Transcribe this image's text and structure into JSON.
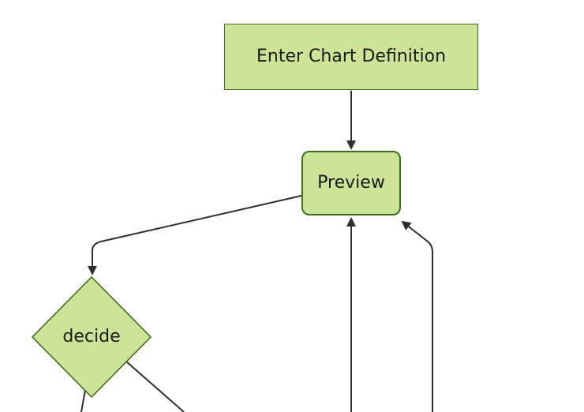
{
  "diagram": {
    "type": "flowchart-top-down",
    "nodes": [
      {
        "id": "A",
        "label": "Enter Chart Definition",
        "shape": "rectangle"
      },
      {
        "id": "B",
        "label": "Preview",
        "shape": "rounded-rectangle"
      },
      {
        "id": "C",
        "label": "decide",
        "shape": "diamond"
      }
    ],
    "edges": [
      {
        "from": "A",
        "to": "B",
        "arrow": true
      },
      {
        "from": "B",
        "to": "C",
        "arrow": true
      },
      {
        "from": "offscreen-bottom",
        "to": "B",
        "arrow": true
      },
      {
        "from": "offscreen-bottom-right",
        "to": "B",
        "arrow": true
      },
      {
        "from": "C",
        "to": "offscreen-bottom-left",
        "arrow": false
      },
      {
        "from": "C",
        "to": "offscreen-bottom-right",
        "arrow": false
      }
    ]
  },
  "colors": {
    "background": "#ffffff",
    "node-fill": "#cde498",
    "node-border": "#3c6e1e",
    "edge": "#2e2e2e",
    "text": "#1a1a1a"
  }
}
